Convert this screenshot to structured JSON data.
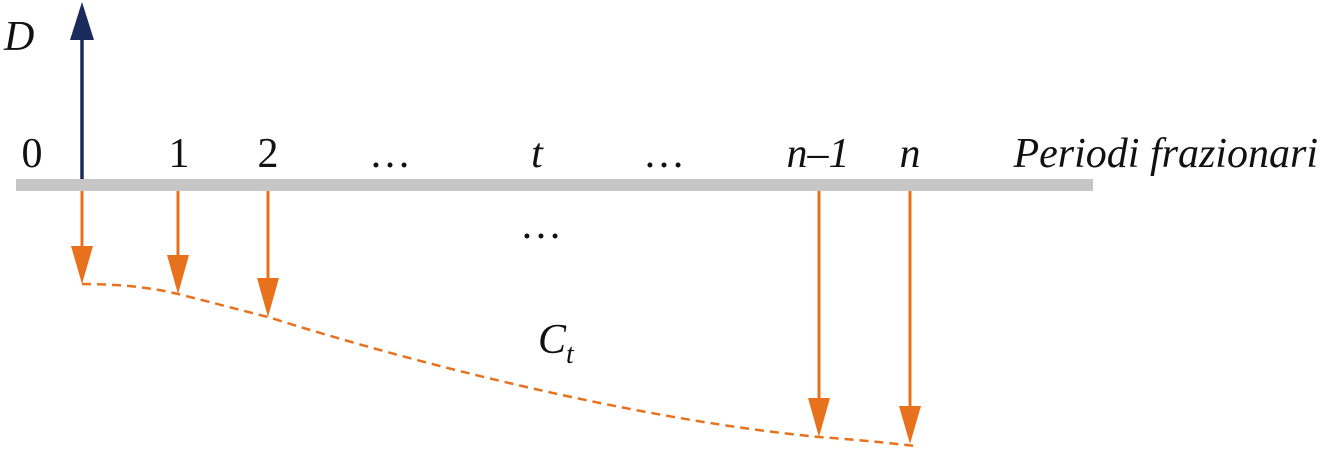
{
  "colors": {
    "axis": "#c6c6c6",
    "loan_arrow": "#1b2a5c",
    "installment_arrow": "#e8711e",
    "text": "#111111",
    "background": "#ffffff"
  },
  "loan_label": "D",
  "axis_label": "Periodi frazionari",
  "installment_label": {
    "main": "C",
    "sub": "t"
  },
  "middle_ellipsis": "…",
  "ticks": [
    {
      "label": "0",
      "italic": false
    },
    {
      "label": "1",
      "italic": false
    },
    {
      "label": "2",
      "italic": false
    },
    {
      "label": "…",
      "italic": false
    },
    {
      "label": "t",
      "italic": true
    },
    {
      "label": "…",
      "italic": false
    },
    {
      "label": "n–1",
      "italic": true
    },
    {
      "label": "n",
      "italic": true
    }
  ]
}
